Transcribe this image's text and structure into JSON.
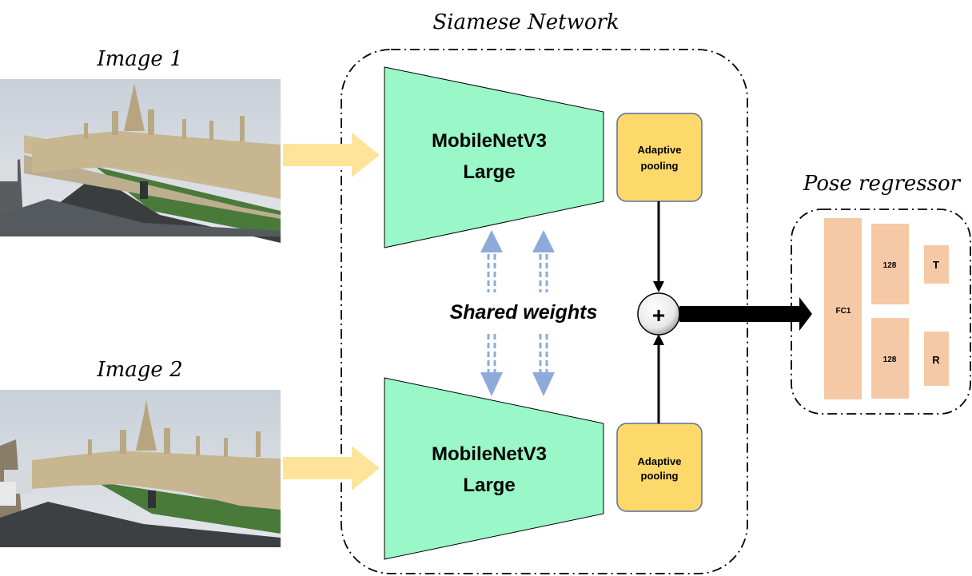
{
  "title": "Siamese Network",
  "image1": {
    "label": "Image 1"
  },
  "image2": {
    "label": "Image 2"
  },
  "backbone_top": {
    "line1": "MobileNetV3",
    "line2": "Large"
  },
  "backbone_bottom": {
    "line1": "MobileNetV3",
    "line2": "Large"
  },
  "pool_top": {
    "line1": "Adaptive",
    "line2": "pooling"
  },
  "pool_bottom": {
    "line1": "Adaptive",
    "line2": "pooling"
  },
  "shared_label": "Shared weights",
  "combine_symbol": "+",
  "regressor": {
    "title": "Pose regressor",
    "fc1": "FC1",
    "branch_t_dim": "128",
    "branch_r_dim": "128",
    "out_t": "T",
    "out_r": "R"
  },
  "colors": {
    "backbone": "#99f7c8",
    "pool": "#fdd86b",
    "pool_border": "#5a6f9a",
    "fc": "#f5c9a6",
    "input_arrow": "#fde49a",
    "shared_arrow": "#8eaadb"
  }
}
